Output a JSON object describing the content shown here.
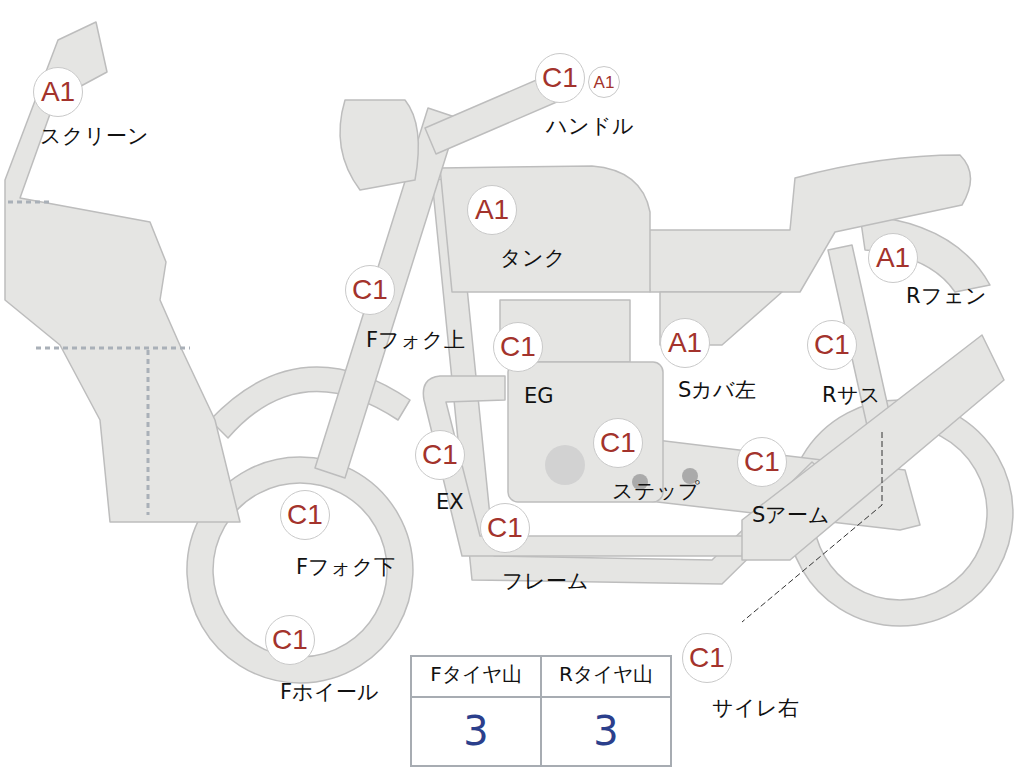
{
  "diagram": {
    "nodes": [
      {
        "text": [
          "A1"
        ]
      },
      {
        "text": [
          "C1"
        ]
      },
      {
        "text": [
          "A1"
        ]
      },
      {
        "text": [
          "A1"
        ]
      },
      {
        "text": [
          "C1"
        ]
      },
      {
        "text": [
          "A1"
        ]
      },
      {
        "text": [
          "C1"
        ]
      },
      {
        "text": [
          "A1"
        ]
      },
      {
        "text": [
          "C1"
        ]
      },
      {
        "text": [
          "C1"
        ]
      },
      {
        "text": [
          "C1"
        ]
      },
      {
        "text": [
          "C1"
        ]
      },
      {
        "text": [
          "C1"
        ]
      },
      {
        "text": [
          "C1"
        ]
      },
      {
        "text": [
          "C1"
        ]
      },
      {
        "text": [
          "C1"
        ]
      }
    ],
    "labels": [
      "スクリーン",
      "ハンドル",
      "タンク",
      "Fフォク上",
      "Rフェン",
      "EG",
      "Sカバ左",
      "Rサス",
      "EX",
      "ステップ",
      "Sアーム",
      "Fフォク下",
      "フレーム",
      "Fホイール",
      "サイレ右",
      "Fタイヤ山",
      "Rタイヤ山",
      "3",
      "3"
    ]
  }
}
